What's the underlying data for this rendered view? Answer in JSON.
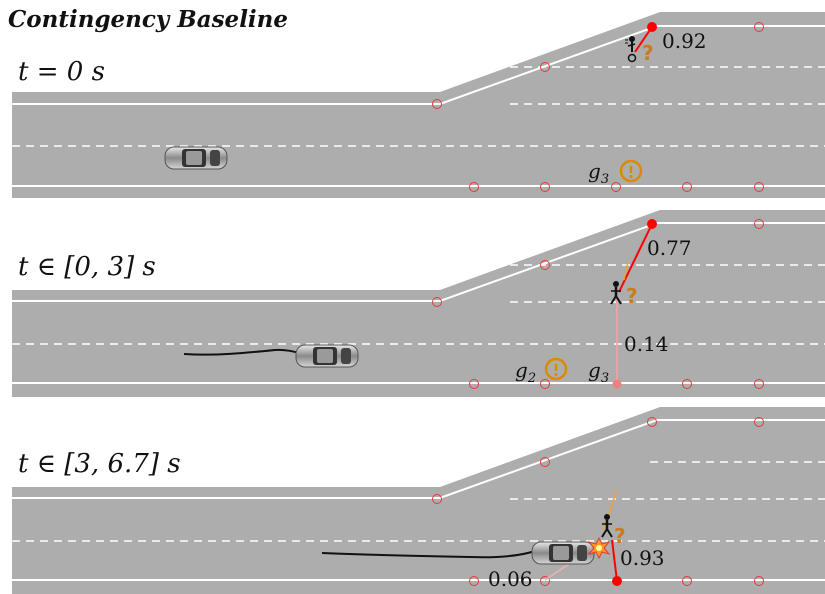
{
  "title": "Contingency Baseline",
  "colors": {
    "road": "#adadad",
    "lane_line": "#ffffff",
    "waypoint": "#e23b3b",
    "active_path": "#ff0000",
    "alert": "#d98c00",
    "question": "#c97b1e"
  },
  "panels": [
    {
      "time_label": "t = 0  s",
      "probabilities": [
        "0.92"
      ],
      "goal_labels": [
        "g3"
      ],
      "icons": [
        "scooter-pedestrian-icon",
        "question-icon",
        "alert-icon",
        "car-icon"
      ]
    },
    {
      "time_label": "t ∈ [0, 3]  s",
      "probabilities": [
        "0.77",
        "0.14"
      ],
      "goal_labels": [
        "g2",
        "g3"
      ],
      "icons": [
        "pedestrian-icon",
        "question-icon",
        "alert-icon",
        "car-icon",
        "trajectory-line"
      ]
    },
    {
      "time_label": "t ∈ [3, 6.7]  s",
      "probabilities": [
        "0.93",
        "0.06"
      ],
      "goal_labels": [],
      "icons": [
        "pedestrian-icon",
        "question-icon",
        "collision-icon",
        "car-icon",
        "trajectory-line"
      ]
    }
  ]
}
